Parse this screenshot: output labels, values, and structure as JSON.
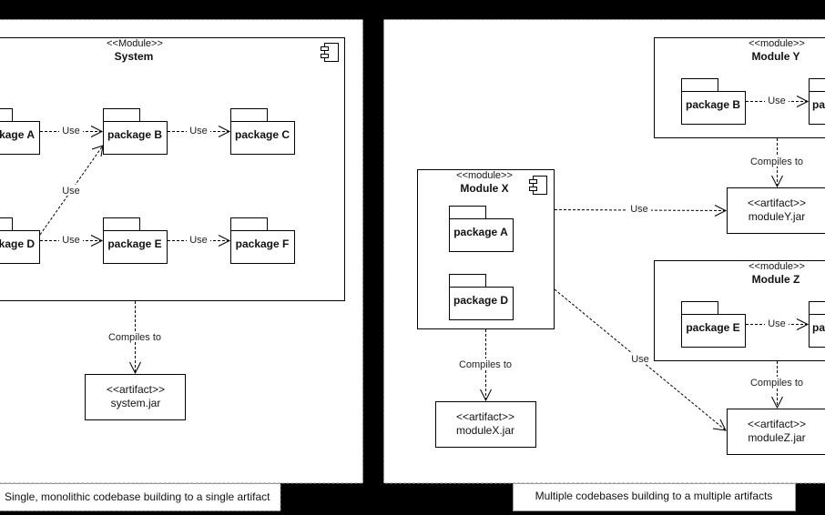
{
  "panels": [
    {
      "id": "left",
      "caption": "Single, monolithic codebase building to a single artifact",
      "modules": [
        {
          "id": "system",
          "stereotype": "<<Module>>",
          "name": "System",
          "has_component_icon": true,
          "packages": [
            {
              "id": "A",
              "label": "package A"
            },
            {
              "id": "B",
              "label": "package B"
            },
            {
              "id": "C",
              "label": "package C"
            },
            {
              "id": "D",
              "label": "package D"
            },
            {
              "id": "E",
              "label": "package E"
            },
            {
              "id": "F",
              "label": "package F"
            }
          ]
        }
      ],
      "artifacts": [
        {
          "id": "system-jar",
          "stereotype": "<<artifact>>",
          "name": "system.jar"
        }
      ],
      "edges": [
        {
          "from": "package A",
          "to": "package B",
          "label": "Use"
        },
        {
          "from": "package B",
          "to": "package C",
          "label": "Use"
        },
        {
          "from": "package D",
          "to": "package B",
          "label": "Use"
        },
        {
          "from": "package D",
          "to": "package E",
          "label": "Use"
        },
        {
          "from": "package E",
          "to": "package F",
          "label": "Use"
        },
        {
          "from": "System",
          "to": "system.jar",
          "label": "Compiles to"
        }
      ]
    },
    {
      "id": "right",
      "caption": "Multiple codebases building to a multiple artifacts",
      "modules": [
        {
          "id": "module-y",
          "stereotype": "<<module>>",
          "name": "Module Y",
          "has_component_icon": false,
          "packages": [
            {
              "id": "B",
              "label": "package B"
            },
            {
              "id": "C-partial",
              "label": "pa"
            }
          ]
        },
        {
          "id": "module-x",
          "stereotype": "<<module>>",
          "name": "Module X",
          "has_component_icon": true,
          "packages": [
            {
              "id": "A",
              "label": "package A"
            },
            {
              "id": "D",
              "label": "package D"
            }
          ]
        },
        {
          "id": "module-z",
          "stereotype": "<<module>>",
          "name": "Module Z",
          "has_component_icon": false,
          "packages": [
            {
              "id": "E",
              "label": "package E"
            },
            {
              "id": "F-partial",
              "label": "pa"
            }
          ]
        }
      ],
      "artifacts": [
        {
          "id": "moduley-jar",
          "stereotype": "<<artifact>>",
          "name": "moduleY.jar"
        },
        {
          "id": "modulex-jar",
          "stereotype": "<<artifact>>",
          "name": "moduleX.jar"
        },
        {
          "id": "modulez-jar",
          "stereotype": "<<artifact>>",
          "name": "moduleZ.jar"
        }
      ],
      "edges": [
        {
          "from": "package B",
          "to": "pa",
          "label": "Use"
        },
        {
          "from": "Module Y",
          "to": "moduleY.jar",
          "label": "Compiles to"
        },
        {
          "from": "Module X",
          "to": "moduleY.jar",
          "label": "Use"
        },
        {
          "from": "Module X",
          "to": "moduleX.jar",
          "label": "Compiles to"
        },
        {
          "from": "Module X",
          "to": "moduleZ.jar",
          "label": "Use"
        },
        {
          "from": "package E",
          "to": "pa",
          "label": "Use"
        },
        {
          "from": "Module Z",
          "to": "moduleZ.jar",
          "label": "Compiles to"
        }
      ]
    }
  ],
  "colors": {
    "background": "#000000",
    "panel": "#ffffff",
    "stroke": "#000000",
    "panel_border": "#9a9a9a"
  }
}
